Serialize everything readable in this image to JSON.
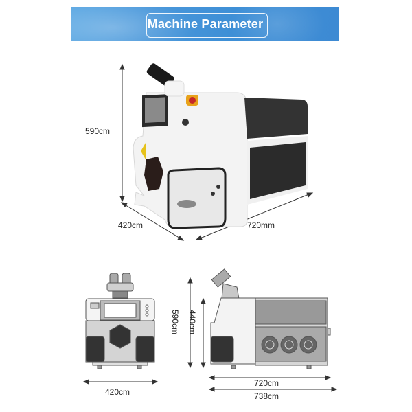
{
  "banner": {
    "title": "Machine Parameter",
    "color": "#4a97da"
  },
  "photo_view": {
    "subject": "jewelry laser welding machine (perspective photo)",
    "dimensions": {
      "height": "590cm",
      "depth": "420cm",
      "length": "720mm"
    },
    "colors": {
      "body": "#f2f2f2",
      "panel": "#3a3a3a",
      "estop": "#e8a21a"
    }
  },
  "front_view": {
    "subject": "front elevation drawing",
    "dimensions": {
      "width": "420cm"
    }
  },
  "side_view": {
    "subject": "side elevation drawing",
    "dimensions": {
      "total_height": "590cm",
      "body_height": "440cm",
      "body_length": "720cm",
      "total_length": "738cm"
    }
  }
}
